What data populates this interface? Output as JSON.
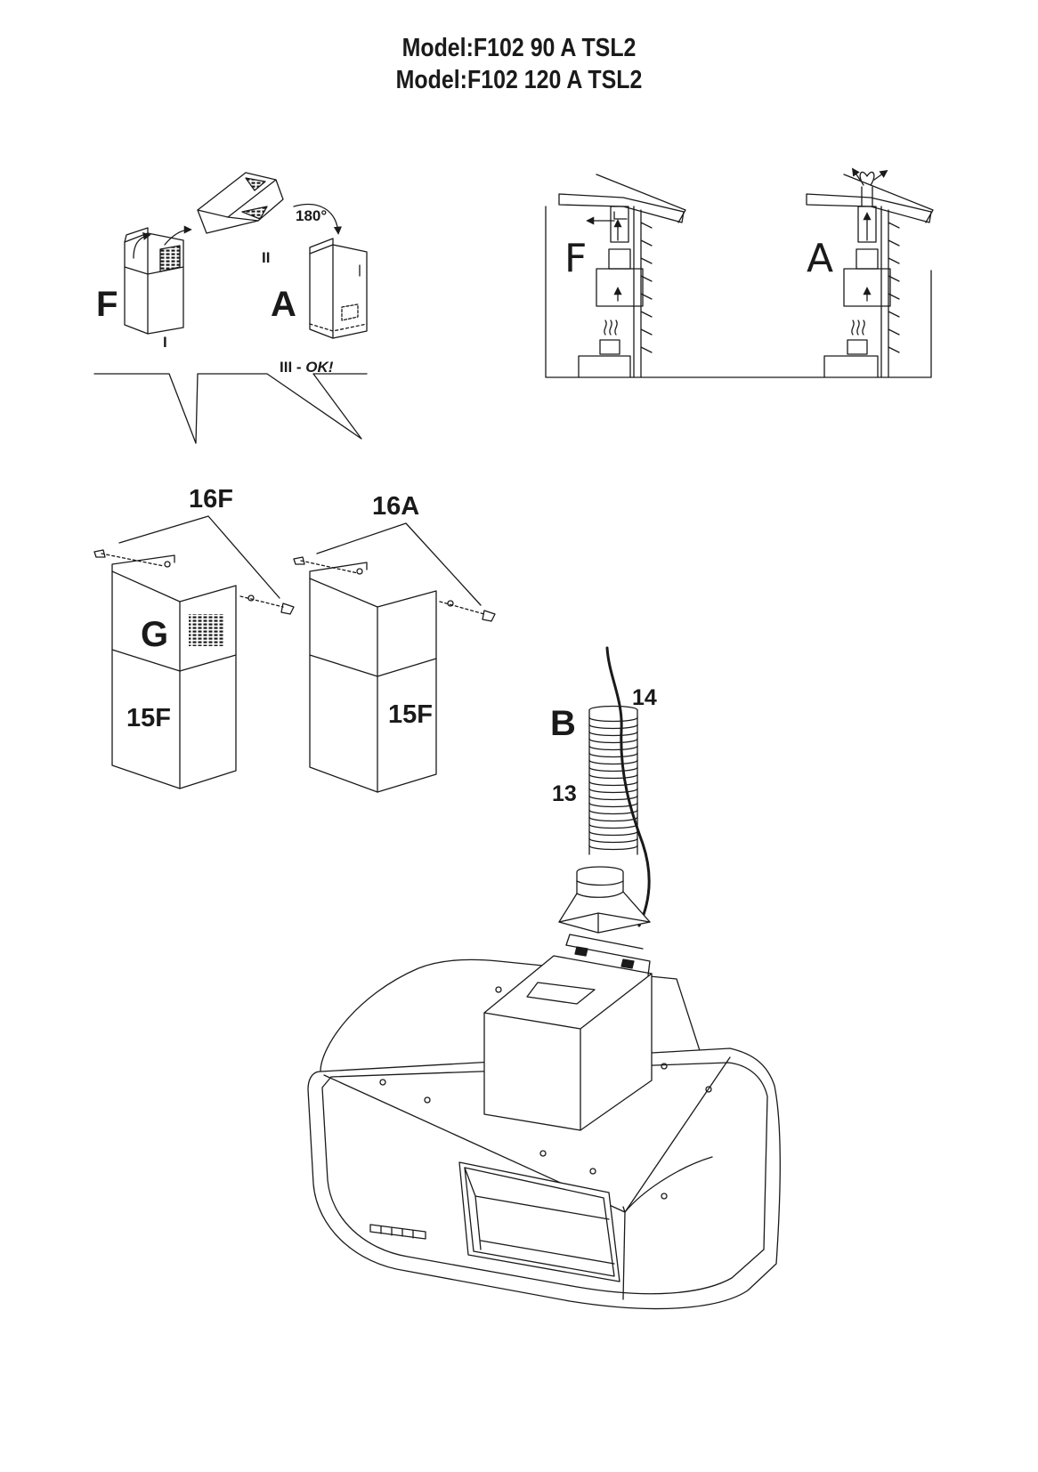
{
  "title": {
    "line1": "Model:F102 90 A  TSL2",
    "line2": "Model:F102 120 A TSL2"
  },
  "conversion": {
    "label_f": "F",
    "label_a": "A",
    "step_1": "I",
    "step_2": "II",
    "step_3": "III - ",
    "step_3_ok": "OK!",
    "rotation": "180°"
  },
  "modes": {
    "filter": "F",
    "exhaust": "A"
  },
  "chimneys": {
    "part_16f": "16F",
    "part_16a": "16A",
    "grille": "G",
    "lower_left": "15F",
    "lower_right": "15F"
  },
  "duct": {
    "kit": "B",
    "cable": "14",
    "hose": "13"
  },
  "colors": {
    "line": "#1a1a1a",
    "background": "#ffffff"
  }
}
